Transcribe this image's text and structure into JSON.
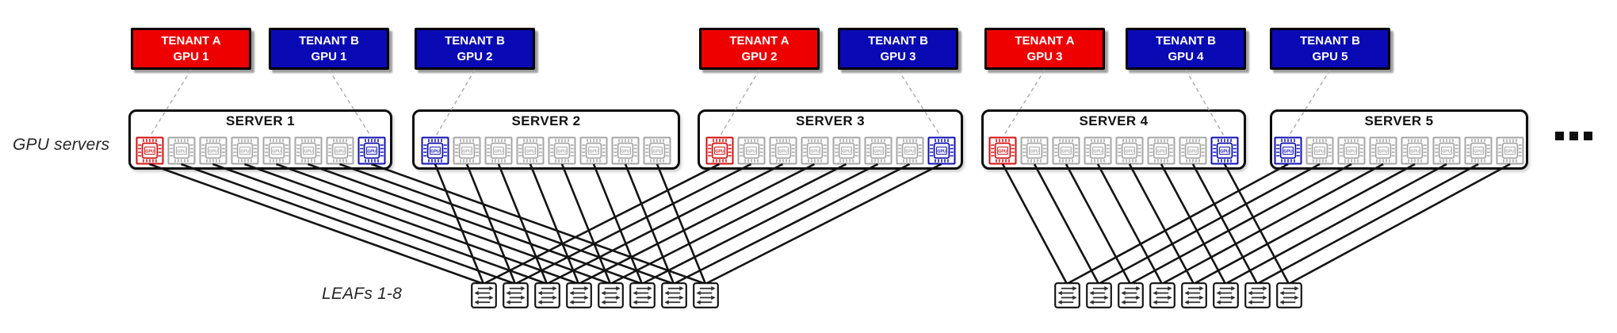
{
  "diagram": {
    "row_labels": {
      "servers": "GPU servers",
      "leaves": "LEAFs 1-8"
    },
    "tenant_colors": {
      "A": "#ee0000",
      "B": "#0a0ab4"
    },
    "gpu_default_color": "#a6a6a6",
    "line_color": "#141414",
    "tenants": [
      {
        "name": "TENANT A",
        "gpu": "GPU 1",
        "tenant": "A",
        "server": 1,
        "slot": 1
      },
      {
        "name": "TENANT B",
        "gpu": "GPU 1",
        "tenant": "B",
        "server": 1,
        "slot": 8
      },
      {
        "name": "TENANT B",
        "gpu": "GPU 2",
        "tenant": "B",
        "server": 2,
        "slot": 1
      },
      {
        "name": "TENANT A",
        "gpu": "GPU 2",
        "tenant": "A",
        "server": 3,
        "slot": 1
      },
      {
        "name": "TENANT B",
        "gpu": "GPU 3",
        "tenant": "B",
        "server": 3,
        "slot": 8
      },
      {
        "name": "TENANT A",
        "gpu": "GPU 3",
        "tenant": "A",
        "server": 4,
        "slot": 1
      },
      {
        "name": "TENANT B",
        "gpu": "GPU 4",
        "tenant": "B",
        "server": 4,
        "slot": 8
      },
      {
        "name": "TENANT B",
        "gpu": "GPU 5",
        "tenant": "B",
        "server": 5,
        "slot": 1
      }
    ],
    "servers": [
      {
        "name": "SERVER 1",
        "colored_slots": {
          "1": "A",
          "8": "B"
        },
        "leaf_group": 1
      },
      {
        "name": "SERVER 2",
        "colored_slots": {
          "1": "B"
        },
        "leaf_group": 1
      },
      {
        "name": "SERVER 3",
        "colored_slots": {
          "1": "A",
          "8": "B"
        },
        "leaf_group": 1
      },
      {
        "name": "SERVER 4",
        "colored_slots": {
          "1": "A",
          "8": "B"
        },
        "leaf_group": 2
      },
      {
        "name": "SERVER 5",
        "colored_slots": {
          "1": "B"
        },
        "leaf_group": 2
      },
      {
        "name": "...",
        "is_ellipsis": true
      }
    ],
    "gpus_per_server": 8,
    "gpu_chip_label": "GPU",
    "leaf_groups": 2,
    "leaves_per_group": 8
  }
}
